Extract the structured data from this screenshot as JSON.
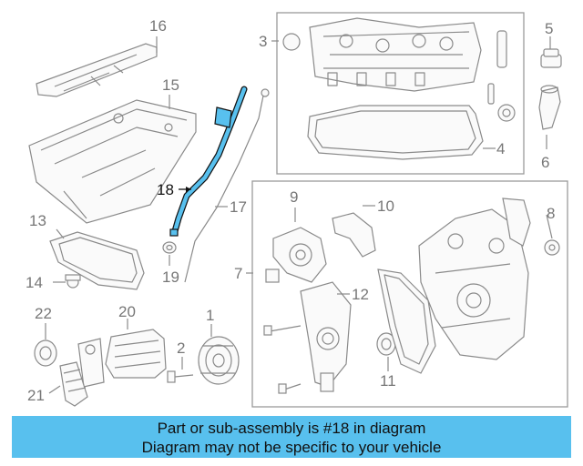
{
  "callouts": {
    "c1": "1",
    "c2": "2",
    "c3": "3",
    "c4": "4",
    "c5": "5",
    "c6": "6",
    "c7": "7",
    "c8": "8",
    "c9": "9",
    "c10": "10",
    "c11": "11",
    "c12": "12",
    "c13": "13",
    "c14": "14",
    "c15": "15",
    "c16": "16",
    "c17": "17",
    "c18": "18",
    "c19": "19",
    "c20": "20",
    "c21": "21",
    "c22": "22"
  },
  "highlight": {
    "part": "18",
    "color": "#58c0ee"
  },
  "banner": {
    "line1": "Part or sub-assembly is #18 in diagram",
    "line2": "Diagram may not be specific to your vehicle",
    "background": "#58c0ee"
  }
}
